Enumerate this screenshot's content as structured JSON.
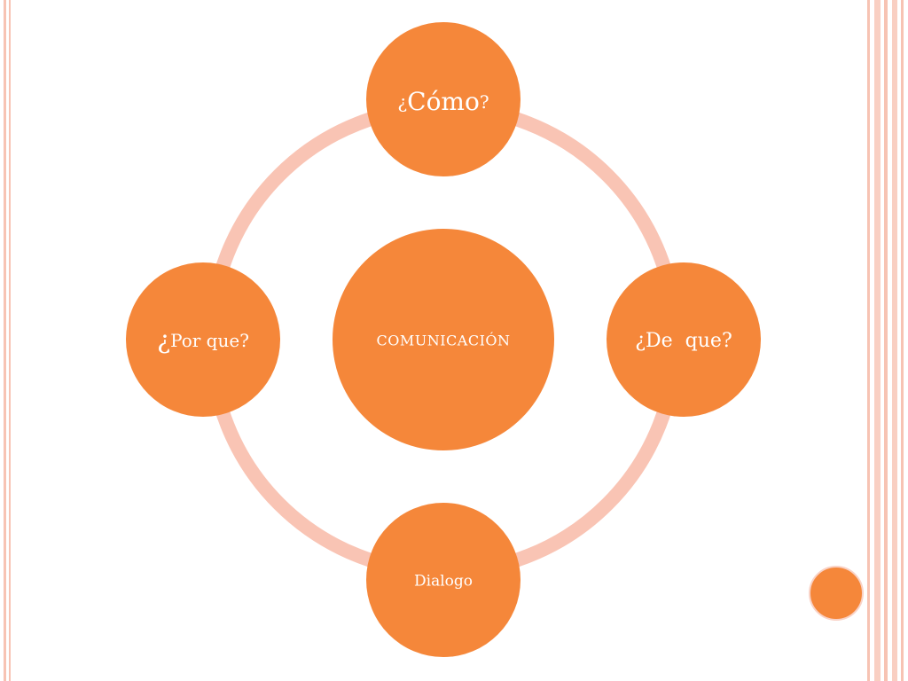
{
  "diagram": {
    "center": {
      "label": "COMUNICACIÓN"
    },
    "nodes": [
      {
        "label": "Cómo",
        "prefix": "¿",
        "suffix": "?"
      },
      {
        "label": "¿De  que?"
      },
      {
        "label": "Dialogo"
      },
      {
        "label": "Por que?",
        "prefix": "¿"
      }
    ]
  },
  "colors": {
    "node_fill": "#F5873A",
    "ring": "#F9C4B4",
    "frame_lines": "#F5B7A6",
    "text": "#FFFFFF",
    "decorative_dot": "#F5873A"
  }
}
